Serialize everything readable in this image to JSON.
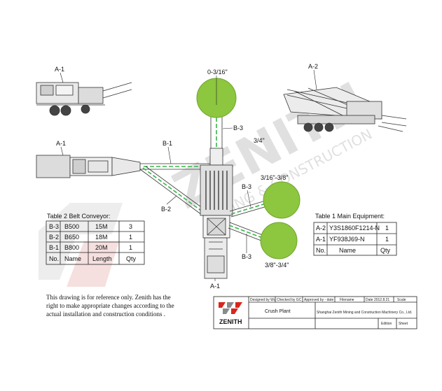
{
  "watermark": {
    "brand": "ZENITH",
    "tagline": "MINING & CONSTRUCTION"
  },
  "machines": {
    "a1_top_label": "A-1",
    "a2_label": "A-2",
    "a1_side_label": "A-1",
    "a1_bottom_label": "A-1"
  },
  "conveyors": {
    "b1": "B-1",
    "b2": "B-2",
    "b3_top": "B-3",
    "b3_mid": "B-3",
    "b3_bottom": "B-3"
  },
  "sizes": {
    "top_pile": "0-3/16\"",
    "top_conveyor": "3/4\"",
    "mid_pile": "3/16\"-3/8\"",
    "bottom_pile": "3/8\"-3/4\""
  },
  "belt_table": {
    "title": "Table 2 Belt Conveyor:",
    "rows": [
      [
        "B-3",
        "B500",
        "15M",
        "3"
      ],
      [
        "B-2",
        "B650",
        "18M",
        "1"
      ],
      [
        "B-1",
        "B800",
        "20M",
        "1"
      ]
    ],
    "header": [
      "No.",
      "Name",
      "Length",
      "Qty"
    ]
  },
  "equipment_table": {
    "title": "Table 1 Main Equipment:",
    "rows": [
      [
        "A-2",
        "Y3S1860F1214-N",
        "1"
      ],
      [
        "A-1",
        "YF938J69-N",
        "1"
      ]
    ],
    "header": [
      "No.",
      "Name",
      "Qty"
    ]
  },
  "note": {
    "line1": "This drawing is for reference only.  Zenith has the",
    "line2": "right to make appropriate changes according to the",
    "line3": "actual installation and construction conditions ."
  },
  "title_block": {
    "logo_text": "ZENITH",
    "designed_by": "Designed by Wu",
    "checked_by": "Checked by GC",
    "approved_by": "Approved by - date",
    "filename": "Filename",
    "date": "Date 2012.8.21",
    "scale": "Scale",
    "drawing_name": "Crush Plant",
    "company": "Shanghai Zenith Mining and Construction Machinery Co., Ltd.",
    "edition": "Edition",
    "sheet": "Sheet"
  },
  "colors": {
    "pile_green": "#8dc63f",
    "pile_stroke": "#6fa52c",
    "line_green": "#39b54a",
    "logo_red": "#d9261c",
    "logo_gray": "#8a8a8a"
  }
}
